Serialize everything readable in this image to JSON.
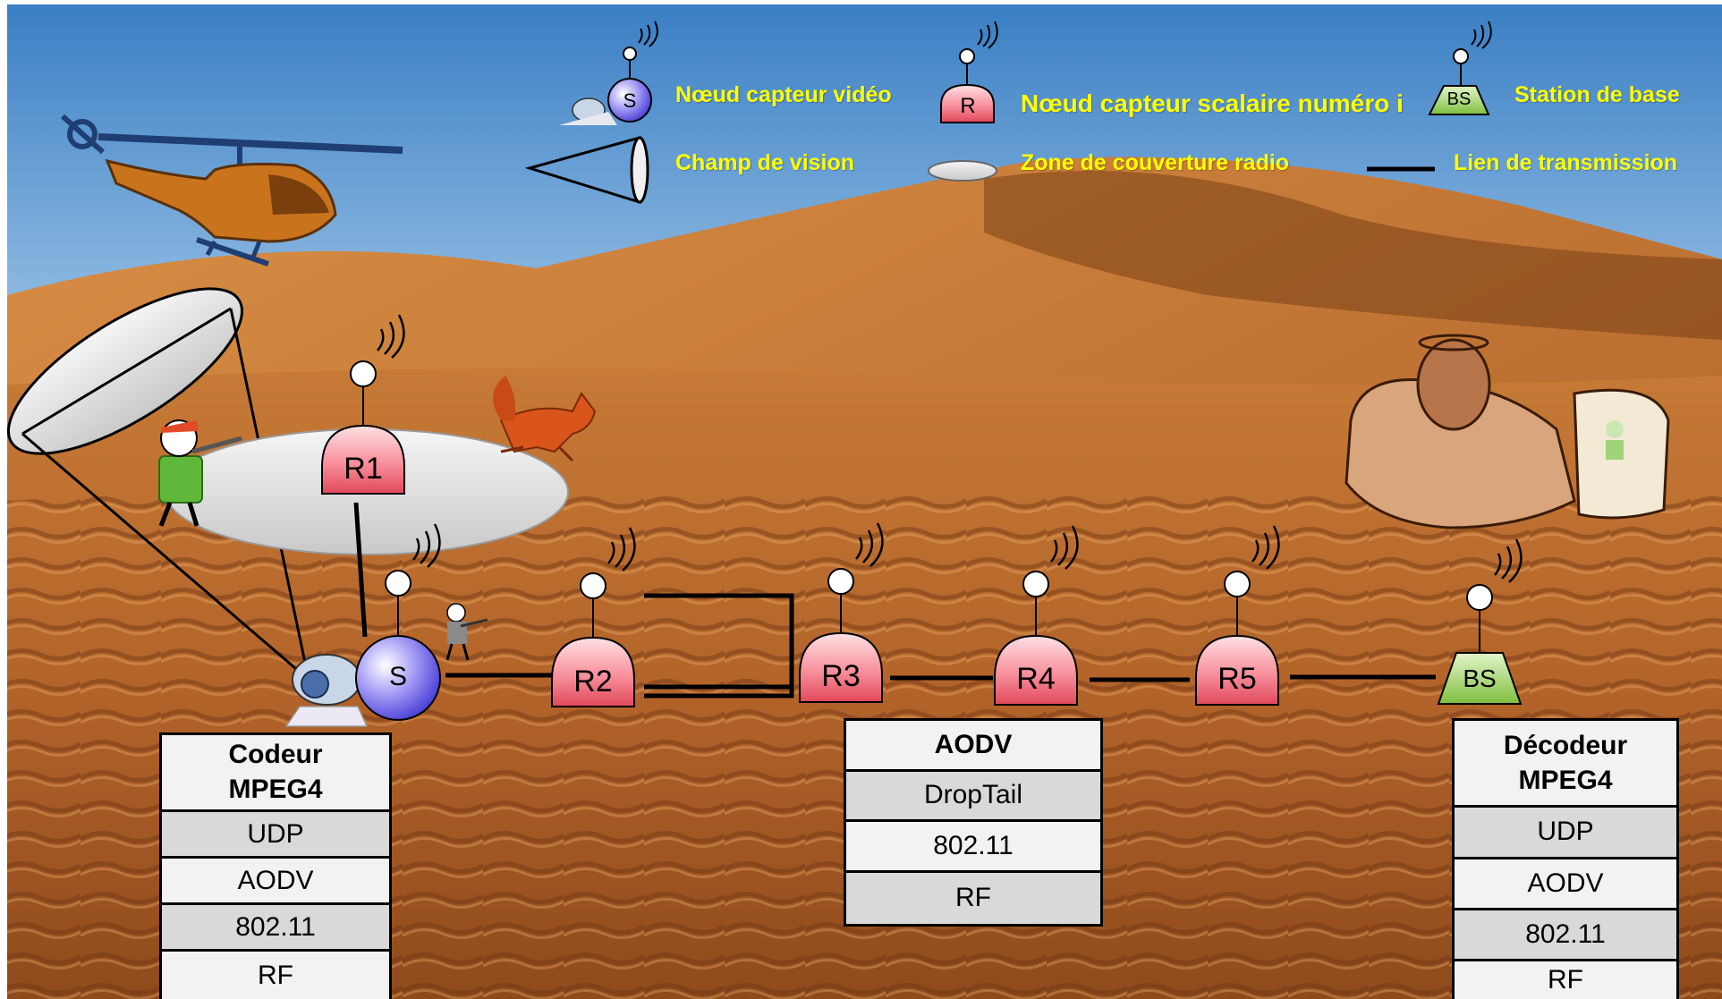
{
  "legend": {
    "video_node_label": "Nœud capteur vidéo",
    "scalar_node_label": "Nœud capteur scalaire numéro i",
    "base_station_label": "Station de base",
    "field_of_view_label": "Champ de vision",
    "radio_zone_label": "Zone de couverture radio",
    "link_label": "Lien de transmission",
    "video_symbol": "S",
    "scalar_symbol": "R",
    "base_symbol": "BS"
  },
  "nodes": {
    "s": "S",
    "r1": "R1",
    "r2": "R2",
    "r3": "R3",
    "r4": "R4",
    "r5": "R5",
    "bs": "BS"
  },
  "stacks": {
    "source": {
      "header": "Codeur\nMPEG4",
      "layers": [
        "UDP",
        "AODV",
        "802.11",
        "RF"
      ]
    },
    "relay": {
      "header": "AODV",
      "layers": [
        "DropTail",
        "802.11",
        "RF"
      ]
    },
    "sink": {
      "header": "Décodeur\nMPEG4",
      "layers": [
        "UDP",
        "AODV",
        "802.11",
        "RF"
      ]
    }
  },
  "colors": {
    "legend_text": "#ffff00",
    "scalar_node": "#f57c8a",
    "video_node": "#7b72e8",
    "base_station": "#8bc34a",
    "link": "#000000"
  }
}
